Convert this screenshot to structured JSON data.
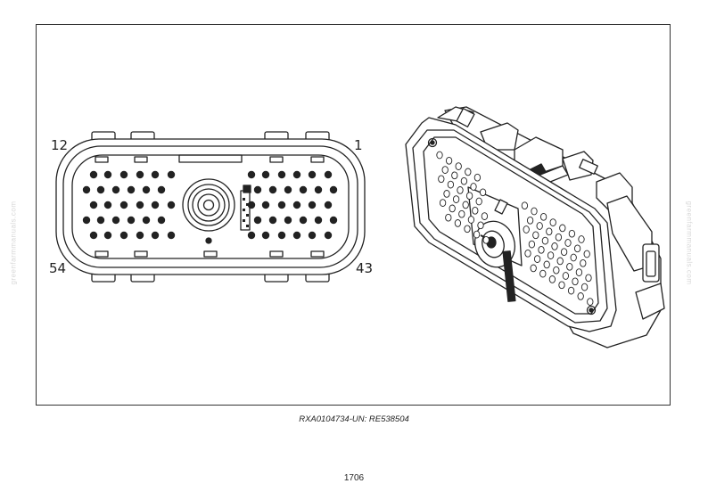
{
  "diagram": {
    "pin_labels": {
      "top_left": "12",
      "top_right": "1",
      "bottom_left": "54",
      "bottom_right": "43"
    }
  },
  "caption": "RXA0104734-UN: RE538504",
  "page_number": "1706",
  "watermark": "greenfarmmanuals.com"
}
